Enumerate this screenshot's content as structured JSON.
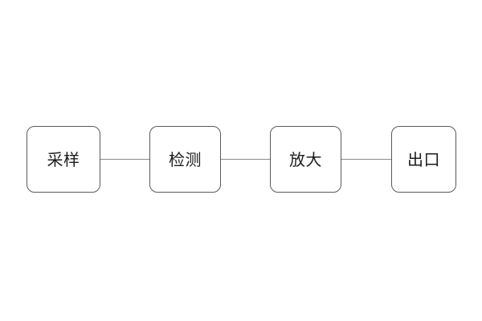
{
  "diagram": {
    "title": "",
    "background_color": "#ffffff",
    "node_border_color": "#5a5a5a",
    "node_fill_color": "#ffffff",
    "connector_color": "#8a8a8a",
    "text_color": "#1c1c1c",
    "orientation": "horizontal-left-to-right",
    "nodes": [
      {
        "id": "node-0",
        "label": "采样"
      },
      {
        "id": "node-1",
        "label": "检测"
      },
      {
        "id": "node-2",
        "label": "放大"
      },
      {
        "id": "node-3",
        "label": "出口"
      }
    ],
    "edges": [
      {
        "id": "edge-0",
        "from": "采样",
        "to": "检测",
        "arrowhead": "none"
      },
      {
        "id": "edge-1",
        "from": "检测",
        "to": "放大",
        "arrowhead": "none"
      },
      {
        "id": "edge-2",
        "from": "放大",
        "to": "出口",
        "arrowhead": "none"
      }
    ]
  }
}
